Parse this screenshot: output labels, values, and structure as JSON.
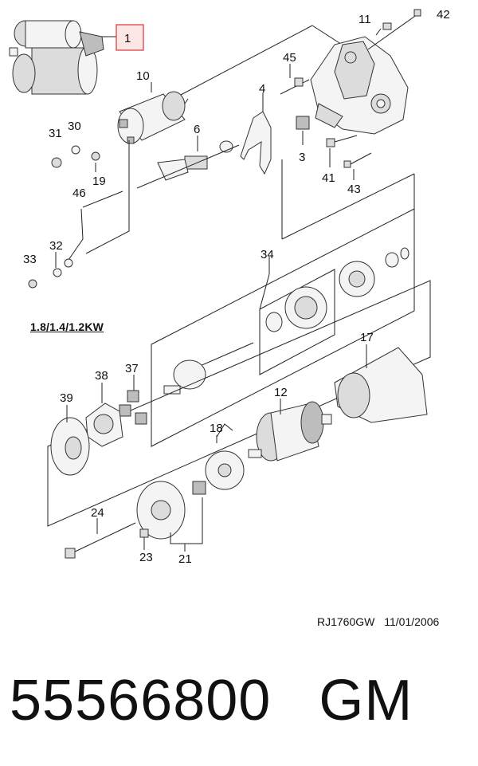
{
  "diagram": {
    "callout_box": "1",
    "variant_label": "1.8/1.4/1.2KW",
    "reference_code": "RJ1760GW",
    "reference_date": "11/01/2006",
    "callouts": [
      {
        "id": "c11",
        "text": "11"
      },
      {
        "id": "c42",
        "text": "42"
      },
      {
        "id": "c45",
        "text": "45"
      },
      {
        "id": "c10",
        "text": "10"
      },
      {
        "id": "c4",
        "text": "4"
      },
      {
        "id": "c31",
        "text": "31"
      },
      {
        "id": "c30",
        "text": "30"
      },
      {
        "id": "c6",
        "text": "6"
      },
      {
        "id": "c3",
        "text": "3"
      },
      {
        "id": "c19",
        "text": "19"
      },
      {
        "id": "c41",
        "text": "41"
      },
      {
        "id": "c43",
        "text": "43"
      },
      {
        "id": "c46",
        "text": "46"
      },
      {
        "id": "c33",
        "text": "33"
      },
      {
        "id": "c32",
        "text": "32"
      },
      {
        "id": "c34",
        "text": "34"
      },
      {
        "id": "c17",
        "text": "17"
      },
      {
        "id": "c38",
        "text": "38"
      },
      {
        "id": "c37",
        "text": "37"
      },
      {
        "id": "c39",
        "text": "39"
      },
      {
        "id": "c12",
        "text": "12"
      },
      {
        "id": "c18",
        "text": "18"
      },
      {
        "id": "c24",
        "text": "24"
      },
      {
        "id": "c23",
        "text": "23"
      },
      {
        "id": "c21",
        "text": "21"
      }
    ]
  },
  "footer": {
    "part_number": "55566800",
    "brand": "GM"
  }
}
